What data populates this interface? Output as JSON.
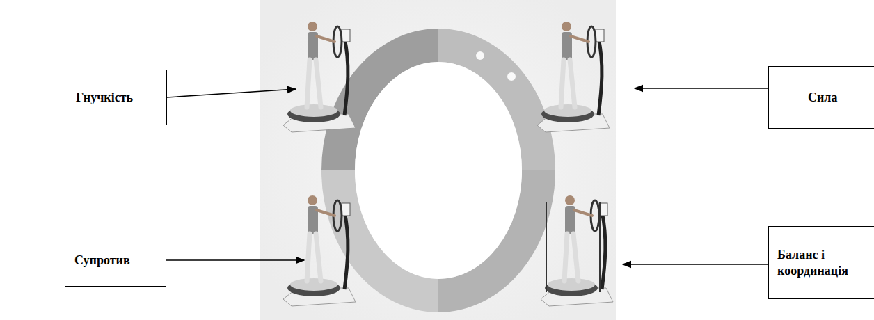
{
  "diagram": {
    "nodes": [
      {
        "text": [
          "Гнучкість"
        ]
      },
      {
        "text": [
          "Сила"
        ]
      },
      {
        "text": [
          "Супротив"
        ]
      },
      {
        "text": [
          "Баланс і координація"
        ]
      }
    ]
  }
}
